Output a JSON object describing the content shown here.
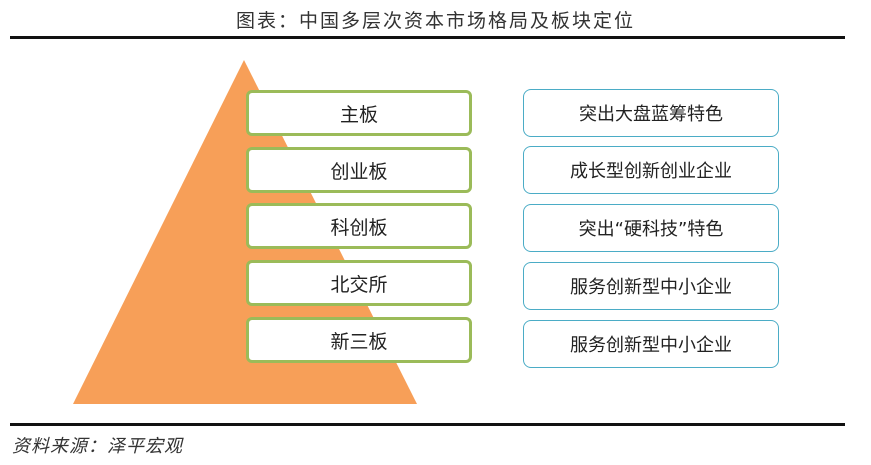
{
  "title": "图表：中国多层次资本市场格局及板块定位",
  "colors": {
    "pyramid": "#f79f58",
    "tier_border": "#9bbb59",
    "feature_border": "#4bacc6"
  },
  "tiers": [
    {
      "label": "主板"
    },
    {
      "label": "创业板"
    },
    {
      "label": "科创板"
    },
    {
      "label": "北交所"
    },
    {
      "label": "新三板"
    }
  ],
  "features": [
    {
      "label": "突出大盘蓝筹特色"
    },
    {
      "label": "成长型创新创业企业"
    },
    {
      "label": "突出“硬科技”特色"
    },
    {
      "label": "服务创新型中小企业"
    },
    {
      "label": "服务创新型中小企业"
    }
  ],
  "source": "资料来源：泽平宏观"
}
